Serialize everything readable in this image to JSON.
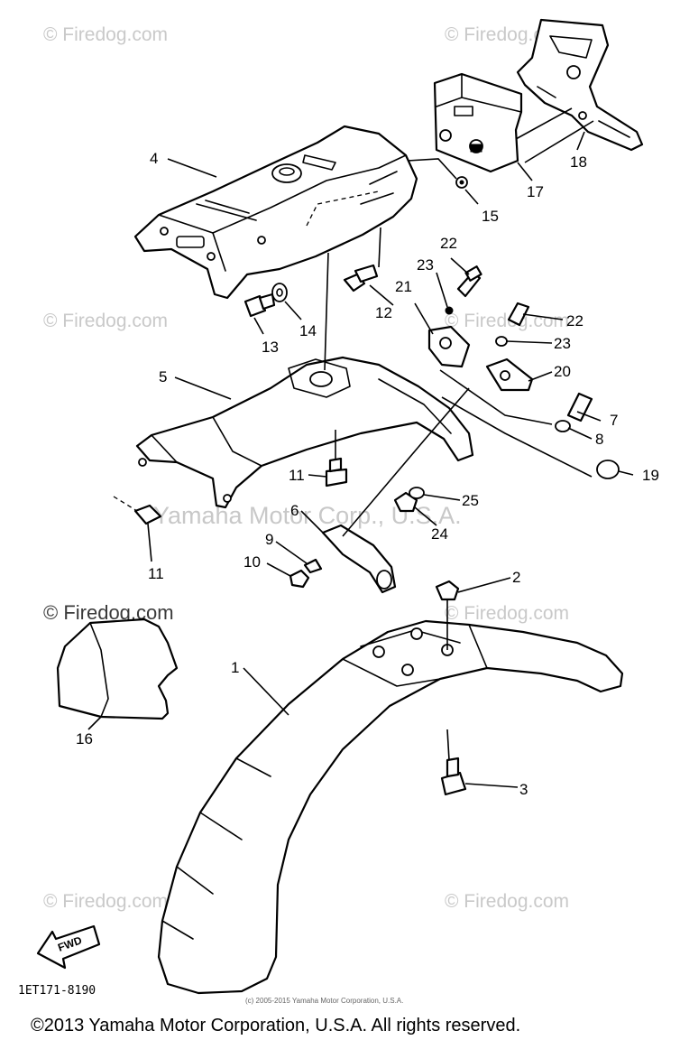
{
  "watermarks": {
    "top_left": "© Firedog.com",
    "top_right": "© Firedog.com",
    "mid_left": "© Firedog.com",
    "mid_right": "© Firedog.com",
    "center": "Yamaha Motor Corp., U.S.A.",
    "lower_left": "© Firedog.com",
    "lower_right": "© Firedog.com",
    "bottom_left": "© Firedog.com",
    "bottom_right": "© Firedog.com"
  },
  "callouts": {
    "p1": "1",
    "p2": "2",
    "p3": "3",
    "p4": "4",
    "p5": "5",
    "p6": "6",
    "p7": "7",
    "p8": "8",
    "p9": "9",
    "p10": "10",
    "p11a": "11",
    "p11b": "11",
    "p12": "12",
    "p13": "13",
    "p14": "14",
    "p15": "15",
    "p16": "16",
    "p17": "17",
    "p18": "18",
    "p19": "19",
    "p20": "20",
    "p21": "21",
    "p22a": "22",
    "p22b": "22",
    "p23a": "23",
    "p23b": "23",
    "p24": "24",
    "p25": "25"
  },
  "fwd_label": "FWD",
  "diagram_code": "1ET171-8190",
  "fine_print": "(c) 2005-2015 Yamaha Motor Corporation, U.S.A.",
  "copyright": "©2013 Yamaha Motor Corporation, U.S.A. All rights reserved."
}
